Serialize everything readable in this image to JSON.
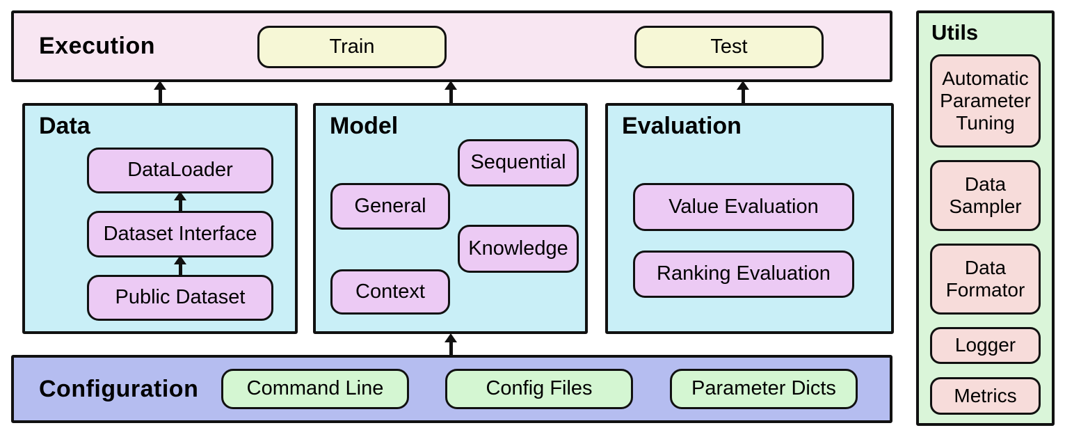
{
  "execution": {
    "title": "Execution",
    "buttons": [
      {
        "label": "Train"
      },
      {
        "label": "Test"
      }
    ]
  },
  "panels": {
    "data": {
      "title": "Data",
      "boxes": [
        "DataLoader",
        "Dataset Interface",
        "Public Dataset"
      ]
    },
    "model": {
      "title": "Model",
      "boxes": [
        "Sequential",
        "General",
        "Knowledge",
        "Context"
      ]
    },
    "evaluation": {
      "title": "Evaluation",
      "boxes": [
        "Value Evaluation",
        "Ranking Evaluation"
      ]
    }
  },
  "configuration": {
    "title": "Configuration",
    "boxes": [
      "Command Line",
      "Config Files",
      "Parameter Dicts"
    ]
  },
  "utils": {
    "title": "Utils",
    "boxes": [
      "Automatic Parameter Tuning",
      "Data Sampler",
      "Data Formator",
      "Logger",
      "Metrics"
    ]
  },
  "arrows": [
    {
      "from": "public-dataset",
      "to": "dataset-interface"
    },
    {
      "from": "dataset-interface",
      "to": "dataloader"
    },
    {
      "from": "data-panel",
      "to": "execution-bar"
    },
    {
      "from": "model-panel",
      "to": "execution-bar"
    },
    {
      "from": "evaluation-panel",
      "to": "execution-bar"
    },
    {
      "from": "configuration-bar",
      "to": "model-panel"
    }
  ],
  "colors": {
    "execution_bg": "#f8e6f2",
    "train_test_bg": "#f6f7d6",
    "panel_bg": "#c9eff7",
    "panel_box_bg": "#eccaf4",
    "configuration_bg": "#b5bdf0",
    "configuration_box_bg": "#d4f6d2",
    "utils_bg": "#daf5d9",
    "utils_box_bg": "#f7dcda",
    "border": "#111111"
  }
}
